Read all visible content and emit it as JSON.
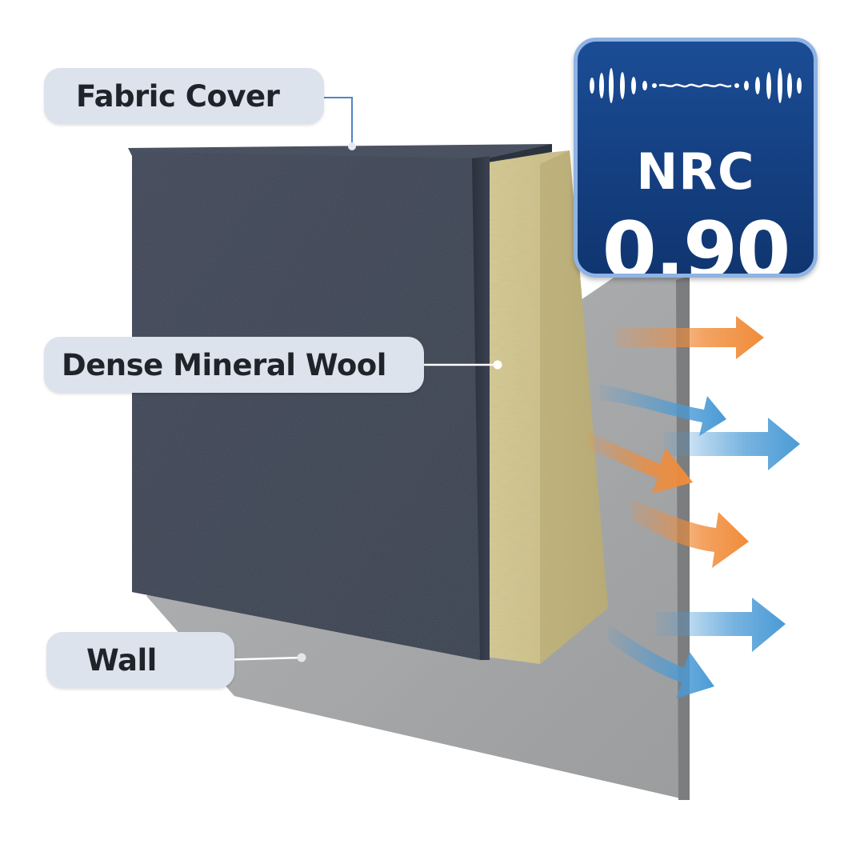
{
  "labels": {
    "fabric_cover": "Fabric Cover",
    "dense_mineral_wool": "Dense Mineral Wool",
    "wall": "Wall"
  },
  "badge": {
    "title": "NRC",
    "value": "0.90"
  },
  "icons": {
    "badge_wave": "sound-wave-icon",
    "orange_arrows": "sound-arrow-icon",
    "blue_arrows": "sound-arrow-icon"
  },
  "colors": {
    "badge_background": "#174585",
    "badge_border": "#8fb3e4",
    "label_background": "#dde3ec",
    "fabric": "#3c4453",
    "mineral_wool": "#cfc38a",
    "wall": "#a9aaab",
    "arrow_orange": "#f08c3a",
    "arrow_blue": "#4a9ad6"
  }
}
